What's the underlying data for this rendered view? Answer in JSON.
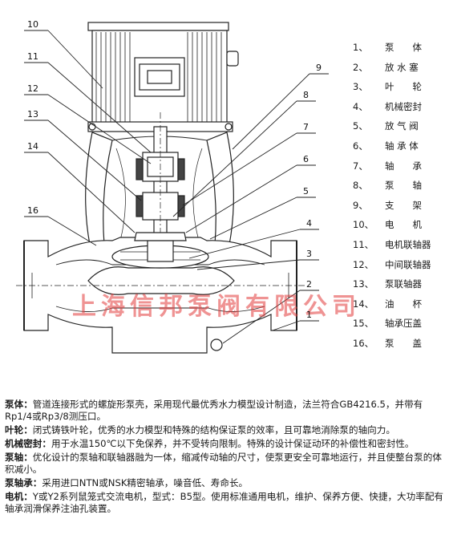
{
  "callouts": [
    "10",
    "11",
    "12",
    "13",
    "14",
    "16",
    "9",
    "8",
    "7",
    "6",
    "5",
    "4",
    "3",
    "2",
    "1"
  ],
  "watermark": "上海信邦泵阀有限公司",
  "legend": [
    {
      "no": "1、",
      "name": "泵　　体"
    },
    {
      "no": "2、",
      "name": "放 水 塞"
    },
    {
      "no": "3、",
      "name": "叶　　轮"
    },
    {
      "no": "4、",
      "name": "机械密封"
    },
    {
      "no": "5、",
      "name": "放 气 阀"
    },
    {
      "no": "6、",
      "name": "轴 承 体"
    },
    {
      "no": "7、",
      "name": "轴　　承"
    },
    {
      "no": "8、",
      "name": "泵　　轴"
    },
    {
      "no": "9、",
      "name": "支　　架"
    },
    {
      "no": "10、",
      "name": "电　　机"
    },
    {
      "no": "11、",
      "name": "电机联轴器"
    },
    {
      "no": "12、",
      "name": "中间联轴器"
    },
    {
      "no": "13、",
      "name": "泵联轴器"
    },
    {
      "no": "14、",
      "name": "油　　杯"
    },
    {
      "no": "15、",
      "name": "轴承压盖"
    },
    {
      "no": "16、",
      "name": "泵　　盖"
    }
  ],
  "descriptions": [
    {
      "head": "泵体：",
      "text": "管道连接形式的螺旋形泵壳，采用现代最优秀水力模型设计制造，法兰符合GB4216.5，并带有Rp1/4或Rp3/8测压口。"
    },
    {
      "head": "叶轮：",
      "text": "闭式铸铁叶轮，优秀的水力模型和特殊的结构保证泵的效率，且可靠地消除泵的轴向力。"
    },
    {
      "head": "机械密封：",
      "text": "用于水温150℃以下免保养，并不受转向限制。特殊的设计保证动环的补偿性和密封性。"
    },
    {
      "head": "泵轴：",
      "text": "优化设计的泵轴和联轴器融为一体，缩减传动轴的尺寸，使泵更安全可靠地运行，并且使整台泵的体积减小。"
    },
    {
      "head": "泵轴承：",
      "text": "采用进口NTN或NSK精密轴承，噪音低、寿命长。"
    },
    {
      "head": "电机：",
      "text": "Y或Y2系列鼠笼式交流电机，型式：B5型。使用标准通用电机，维护、保养方便、快捷，大功率配有轴承润滑保养注油孔装置。"
    }
  ]
}
